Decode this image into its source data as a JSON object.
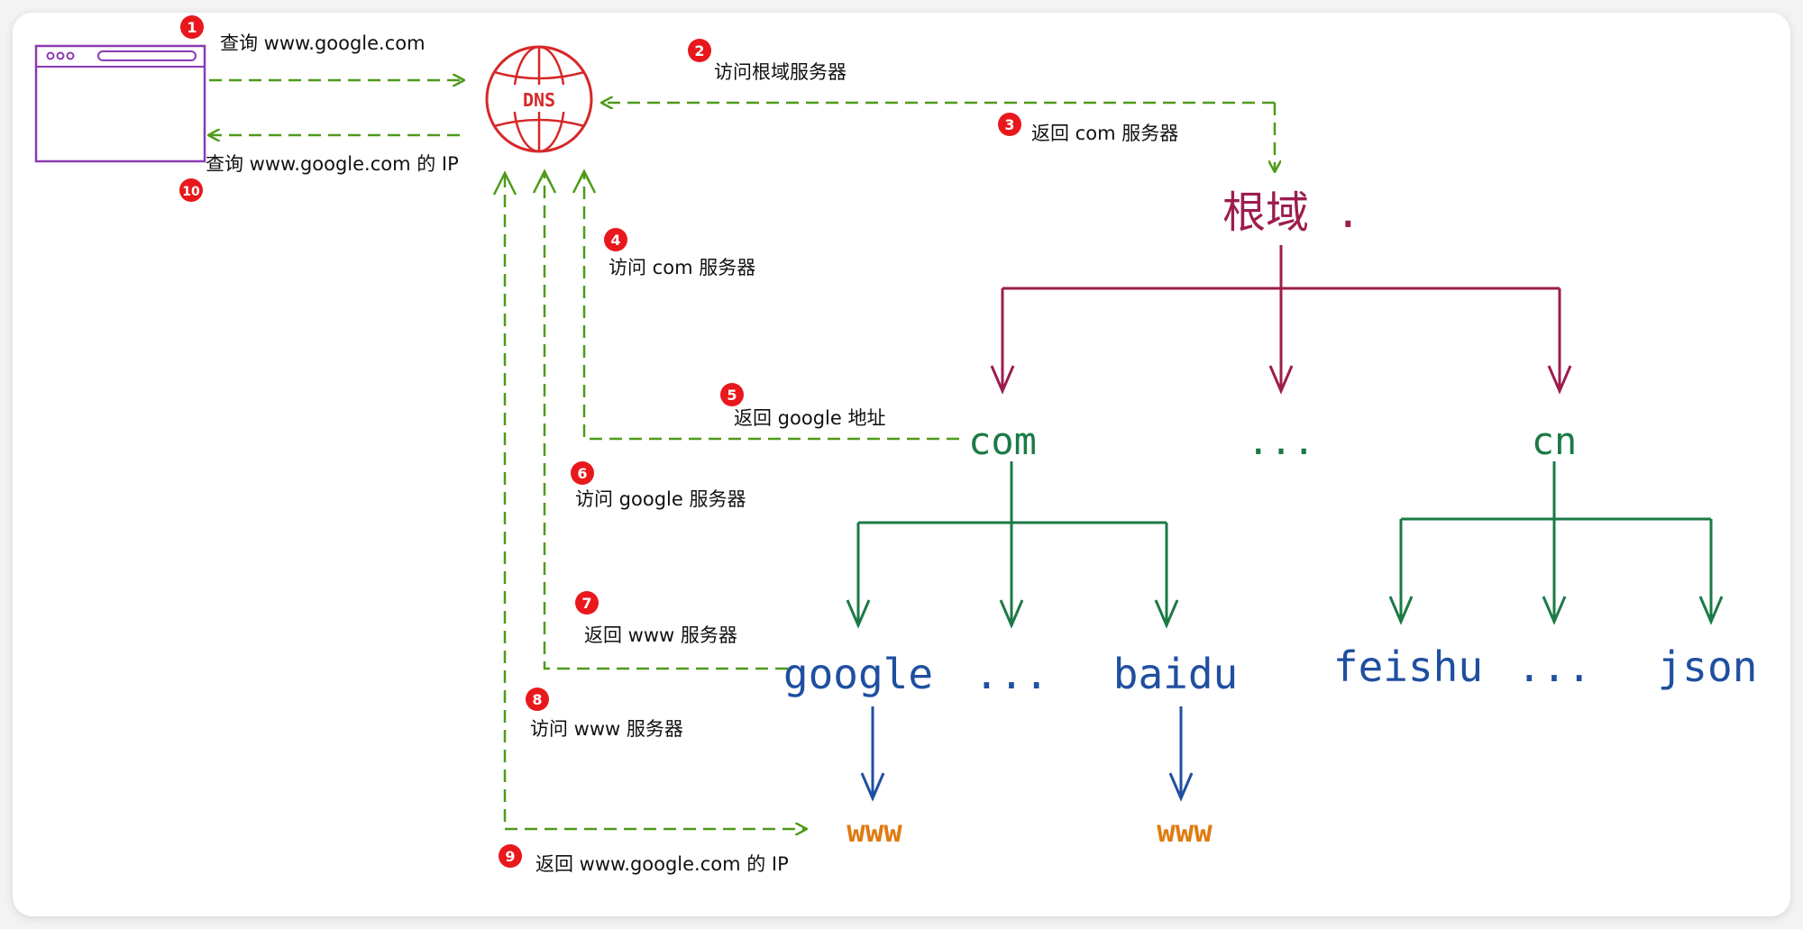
{
  "colors": {
    "flow": "#4e9a1a",
    "root": "#9c1d4d",
    "tld": "#1b7a45",
    "second": "#1f4fa0",
    "www": "#e07b10",
    "browser": "#8a3bb2",
    "dns": "#d62828",
    "badge": "#e8181c"
  },
  "dns_label": "DNS",
  "steps": [
    {
      "num": "1",
      "text": "查询 www.google.com"
    },
    {
      "num": "2",
      "text": "访问根域服务器"
    },
    {
      "num": "3",
      "text": "返回 com 服务器"
    },
    {
      "num": "4",
      "text": "访问 com 服务器"
    },
    {
      "num": "5",
      "text": "返回 google 地址"
    },
    {
      "num": "6",
      "text": "访问 google 服务器"
    },
    {
      "num": "7",
      "text": "返回 www 服务器"
    },
    {
      "num": "8",
      "text": "访问 www 服务器"
    },
    {
      "num": "9",
      "text": "返回 www.google.com 的 IP"
    },
    {
      "num": "10",
      "text": "查询 www.google.com 的 IP"
    }
  ],
  "tree": {
    "root": "根域 .",
    "tld": [
      "com",
      "...",
      "cn"
    ],
    "com_children": [
      "google",
      "...",
      "baidu"
    ],
    "cn_children": [
      "feishu",
      "...",
      "json"
    ],
    "leaf": [
      "www",
      "www"
    ]
  }
}
